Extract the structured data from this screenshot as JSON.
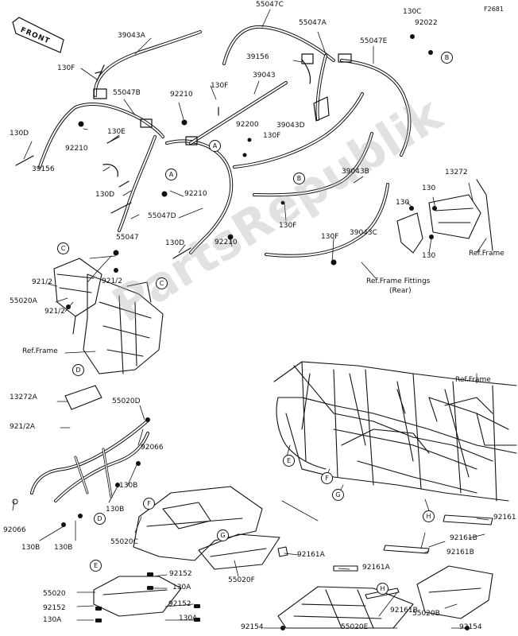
{
  "figure_id": "F2681",
  "direction": "FRONT",
  "watermark_text": "PartsRepublik",
  "callouts": {
    "A": "A",
    "B": "B",
    "C": "C",
    "D": "D",
    "E": "E",
    "F": "F",
    "G": "G",
    "H": "H"
  },
  "refs": {
    "frame": "Ref.Frame",
    "frame_fittings_1": "Ref.Frame Fittings",
    "frame_fittings_2": "(Rear)"
  },
  "parts": [
    {
      "key": "p1",
      "text": "55047C"
    },
    {
      "key": "p2",
      "text": "55047A"
    },
    {
      "key": "p3",
      "text": "130C"
    },
    {
      "key": "p4",
      "text": "92022"
    },
    {
      "key": "p5",
      "text": "39043A"
    },
    {
      "key": "p6",
      "text": "55047E"
    },
    {
      "key": "p7",
      "text": "39156"
    },
    {
      "key": "p8",
      "text": "130F"
    },
    {
      "key": "p9",
      "text": "39043"
    },
    {
      "key": "p10",
      "text": "130F"
    },
    {
      "key": "p11",
      "text": "55047B"
    },
    {
      "key": "p12",
      "text": "92210"
    },
    {
      "key": "p13",
      "text": "92200"
    },
    {
      "key": "p14",
      "text": "39043D"
    },
    {
      "key": "p15",
      "text": "130D"
    },
    {
      "key": "p16",
      "text": "130E"
    },
    {
      "key": "p17",
      "text": "130F"
    },
    {
      "key": "p18",
      "text": "92210"
    },
    {
      "key": "p19",
      "text": "39156"
    },
    {
      "key": "p20",
      "text": "39043B"
    },
    {
      "key": "p21",
      "text": "13272"
    },
    {
      "key": "p22",
      "text": "130D"
    },
    {
      "key": "p23",
      "text": "92210"
    },
    {
      "key": "p24",
      "text": "130"
    },
    {
      "key": "p25",
      "text": "130"
    },
    {
      "key": "p26",
      "text": "55047D"
    },
    {
      "key": "p27",
      "text": "130F"
    },
    {
      "key": "p28",
      "text": "55047"
    },
    {
      "key": "p29",
      "text": "130F"
    },
    {
      "key": "p30",
      "text": "39043C"
    },
    {
      "key": "p31",
      "text": "130D"
    },
    {
      "key": "p32",
      "text": "92210"
    },
    {
      "key": "p33",
      "text": "130"
    },
    {
      "key": "p34",
      "text": "921/2"
    },
    {
      "key": "p35",
      "text": "921/2"
    },
    {
      "key": "p36",
      "text": "55020A"
    },
    {
      "key": "p37",
      "text": "921/2"
    },
    {
      "key": "p38",
      "text": "13272A"
    },
    {
      "key": "p39",
      "text": "55020D"
    },
    {
      "key": "p40",
      "text": "921/2A"
    },
    {
      "key": "p41",
      "text": "92066"
    },
    {
      "key": "p42",
      "text": "130B"
    },
    {
      "key": "p43",
      "text": "130B"
    },
    {
      "key": "p44",
      "text": "92066"
    },
    {
      "key": "p45",
      "text": "130B"
    },
    {
      "key": "p46",
      "text": "130B"
    },
    {
      "key": "p47",
      "text": "55020C"
    },
    {
      "key": "p48",
      "text": "92161"
    },
    {
      "key": "p49",
      "text": "92161B"
    },
    {
      "key": "p50",
      "text": "92161B"
    },
    {
      "key": "p51",
      "text": "92161A"
    },
    {
      "key": "p52",
      "text": "92161A"
    },
    {
      "key": "p53",
      "text": "92152"
    },
    {
      "key": "p54",
      "text": "130A"
    },
    {
      "key": "p55",
      "text": "55020F"
    },
    {
      "key": "p56",
      "text": "55020"
    },
    {
      "key": "p57",
      "text": "92152"
    },
    {
      "key": "p58",
      "text": "130A"
    },
    {
      "key": "p59",
      "text": "92152"
    },
    {
      "key": "p60",
      "text": "130A"
    },
    {
      "key": "p61",
      "text": "92161B"
    },
    {
      "key": "p62",
      "text": "55020B"
    },
    {
      "key": "p63",
      "text": "92154"
    },
    {
      "key": "p64",
      "text": "55020E"
    },
    {
      "key": "p65",
      "text": "92154"
    }
  ]
}
